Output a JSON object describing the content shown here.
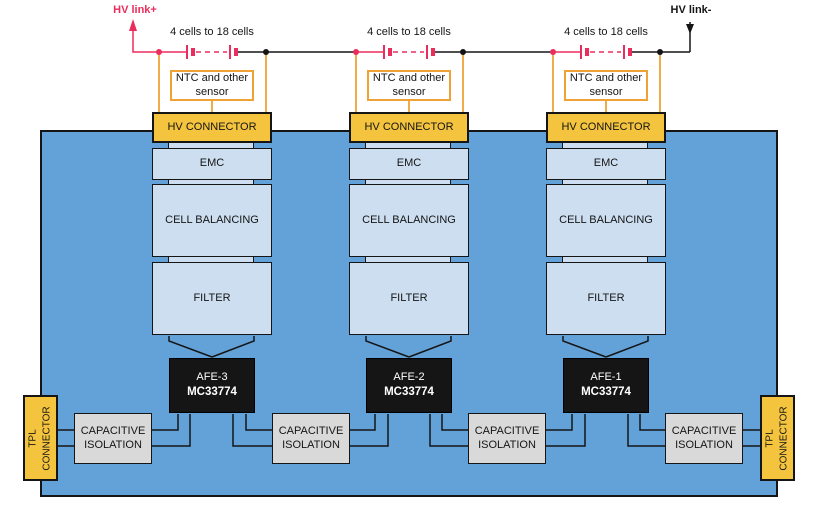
{
  "colors": {
    "board": "#63a2d8",
    "yellow": "#f4c43e",
    "lightblue": "#ccdef0",
    "gray": "#d9d9d9",
    "ink": "#151515",
    "red": "#eb2d5d",
    "orange": "#efa236",
    "white": "#ffffff"
  },
  "labels": {
    "hv_link_plus": "HV link+",
    "hv_link_minus": "HV link-"
  },
  "battery_groups": [
    {
      "cells": "4 cells to 18 cells",
      "sensor_line1": "NTC and other",
      "sensor_line2": "sensor"
    },
    {
      "cells": "4 cells to 18 cells",
      "sensor_line1": "NTC and other",
      "sensor_line2": "sensor"
    },
    {
      "cells": "4 cells to 18 cells",
      "sensor_line1": "NTC and other",
      "sensor_line2": "sensor"
    }
  ],
  "columns": [
    {
      "hv_connector": "HV CONNECTOR",
      "emc": "EMC",
      "cell_balancing": "CELL BALANCING",
      "filter": "FILTER",
      "afe_name": "AFE-3",
      "afe_part": "MC33774"
    },
    {
      "hv_connector": "HV CONNECTOR",
      "emc": "EMC",
      "cell_balancing": "CELL BALANCING",
      "filter": "FILTER",
      "afe_name": "AFE-2",
      "afe_part": "MC33774"
    },
    {
      "hv_connector": "HV CONNECTOR",
      "emc": "EMC",
      "cell_balancing": "CELL BALANCING",
      "filter": "FILTER",
      "afe_name": "AFE-1",
      "afe_part": "MC33774"
    }
  ],
  "isolation_boxes": [
    {
      "line1": "CAPACITIVE",
      "line2": "ISOLATION"
    },
    {
      "line1": "CAPACITIVE",
      "line2": "ISOLATION"
    },
    {
      "line1": "CAPACITIVE",
      "line2": "ISOLATION"
    },
    {
      "line1": "CAPACITIVE",
      "line2": "ISOLATION"
    }
  ],
  "tpl_connectors": [
    {
      "line1": "TPL",
      "line2": "CONNECTOR"
    },
    {
      "line1": "TPL",
      "line2": "CONNECTOR"
    }
  ]
}
